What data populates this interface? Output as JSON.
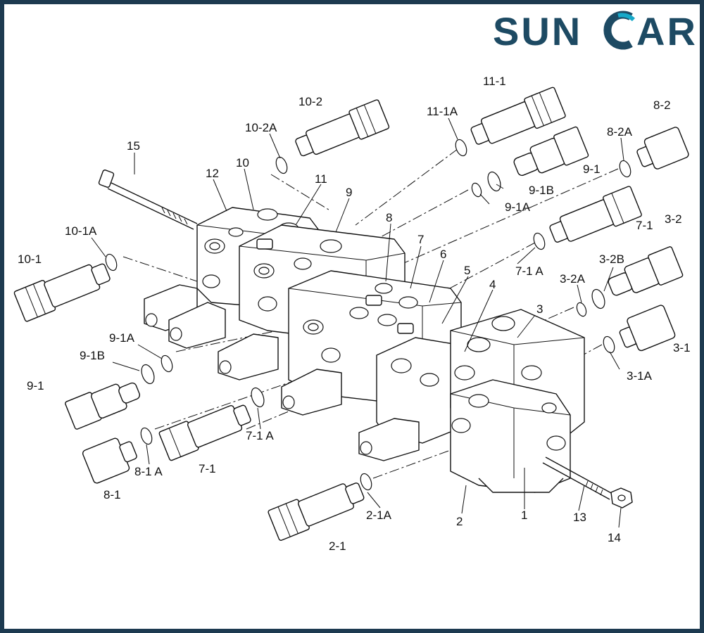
{
  "brand": {
    "name": "SUNCAR",
    "color": "#1d4a63",
    "accent": "#17a9c9"
  },
  "labels": [
    {
      "id": "p15",
      "text": "15"
    },
    {
      "id": "p12",
      "text": "12"
    },
    {
      "id": "p10",
      "text": "10"
    },
    {
      "id": "p11",
      "text": "11"
    },
    {
      "id": "p10_2",
      "text": "10-2"
    },
    {
      "id": "p10_2A",
      "text": "10-2A"
    },
    {
      "id": "p11_1",
      "text": "11-1"
    },
    {
      "id": "p11_1A",
      "text": "11-1A"
    },
    {
      "id": "p8_2",
      "text": "8-2"
    },
    {
      "id": "p8_2A",
      "text": "8-2A"
    },
    {
      "id": "p9_1_top",
      "text": "9-1"
    },
    {
      "id": "p9_1B_top",
      "text": "9-1B"
    },
    {
      "id": "p9_1A_top",
      "text": "9-1A"
    },
    {
      "id": "p9",
      "text": "9"
    },
    {
      "id": "p8",
      "text": "8"
    },
    {
      "id": "p7",
      "text": "7"
    },
    {
      "id": "p6",
      "text": "6"
    },
    {
      "id": "p5",
      "text": "5"
    },
    {
      "id": "p4",
      "text": "4"
    },
    {
      "id": "p3",
      "text": "3"
    },
    {
      "id": "p7_1_top",
      "text": "7-1"
    },
    {
      "id": "p7_1A_top",
      "text": "7-1 A"
    },
    {
      "id": "p3_2",
      "text": "3-2"
    },
    {
      "id": "p3_2B",
      "text": "3-2B"
    },
    {
      "id": "p3_2A",
      "text": "3-2A"
    },
    {
      "id": "p3_1",
      "text": "3-1"
    },
    {
      "id": "p3_1A",
      "text": "3-1A"
    },
    {
      "id": "p10_1A",
      "text": "10-1A"
    },
    {
      "id": "p10_1",
      "text": "10-1"
    },
    {
      "id": "p9_1A_left",
      "text": "9-1A"
    },
    {
      "id": "p9_1B_left",
      "text": "9-1B"
    },
    {
      "id": "p9_1_left",
      "text": "9-1"
    },
    {
      "id": "p7_1A_left",
      "text": "7-1 A"
    },
    {
      "id": "p7_1_left",
      "text": "7-1"
    },
    {
      "id": "p8_1A",
      "text": "8-1 A"
    },
    {
      "id": "p8_1",
      "text": "8-1"
    },
    {
      "id": "p2_1A",
      "text": "2-1A"
    },
    {
      "id": "p2_1",
      "text": "2-1"
    },
    {
      "id": "p2",
      "text": "2"
    },
    {
      "id": "p1",
      "text": "1"
    },
    {
      "id": "p13",
      "text": "13"
    },
    {
      "id": "p14",
      "text": "14"
    }
  ]
}
